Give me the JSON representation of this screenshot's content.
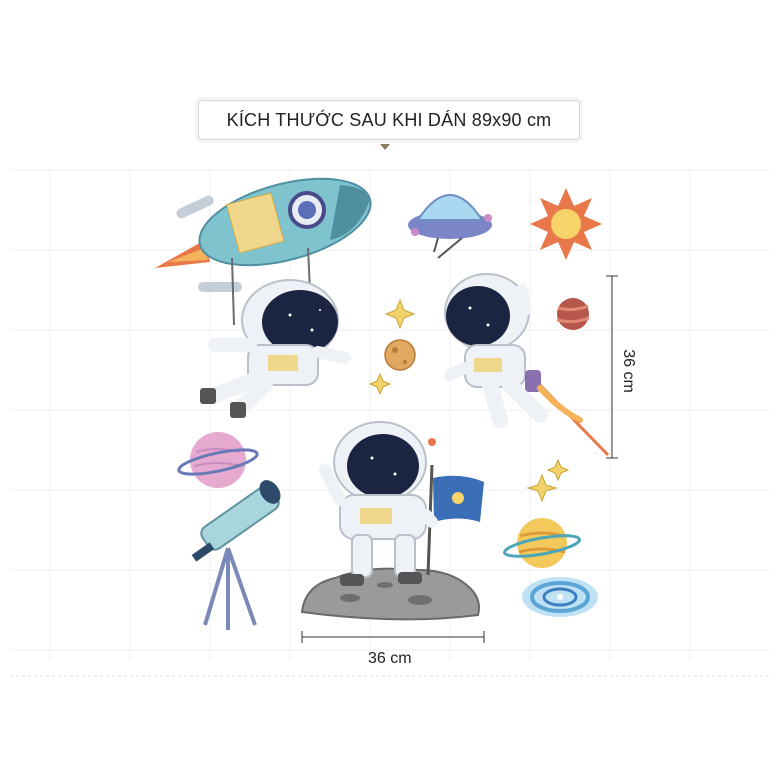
{
  "title": "KÍCH THƯỚC SAU KHI DÁN 89x90 cm",
  "dimension_width": "36 cm",
  "dimension_height": "36 cm",
  "colors": {
    "rocket_body": "#7fc3cf",
    "rocket_flame": "#e8784a",
    "planet_pink": "#e6a9cf",
    "planet_yellow": "#f2c95a",
    "sun": "#f3a23c",
    "ufo_dome": "#a9d8f0",
    "visor": "#1b2440",
    "moon_rock": "#9a9a9a",
    "flag": "#3a6fb8",
    "galaxy": "#5aa5d6"
  },
  "icons": [
    "rocket-icon",
    "ufo-icon",
    "sun-icon",
    "astronaut-icon",
    "planet-icon",
    "telescope-icon",
    "star-icon",
    "galaxy-icon",
    "flag-icon"
  ]
}
